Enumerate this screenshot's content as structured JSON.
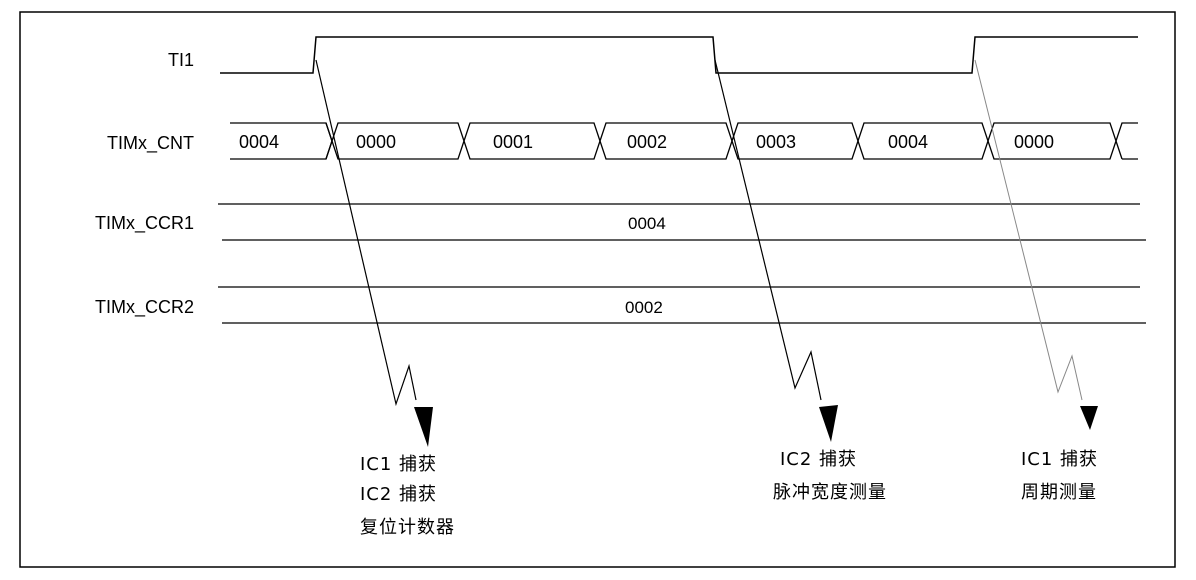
{
  "signals": {
    "ti1": "TI1",
    "cnt": "TIMx_CNT",
    "ccr1": "TIMx_CCR1",
    "ccr2": "TIMx_CCR2"
  },
  "cnt_values": [
    "0004",
    "0000",
    "0001",
    "0002",
    "0003",
    "0004",
    "0000"
  ],
  "ccr1_value": "0004",
  "ccr2_value": "0002",
  "annotations": [
    {
      "lines": [
        "IC1 捕获",
        "IC2 捕获",
        "复位计数器"
      ]
    },
    {
      "lines": [
        "IC2 捕获",
        "脉冲宽度测量"
      ]
    },
    {
      "lines": [
        "IC1 捕获",
        "周期测量"
      ]
    }
  ]
}
